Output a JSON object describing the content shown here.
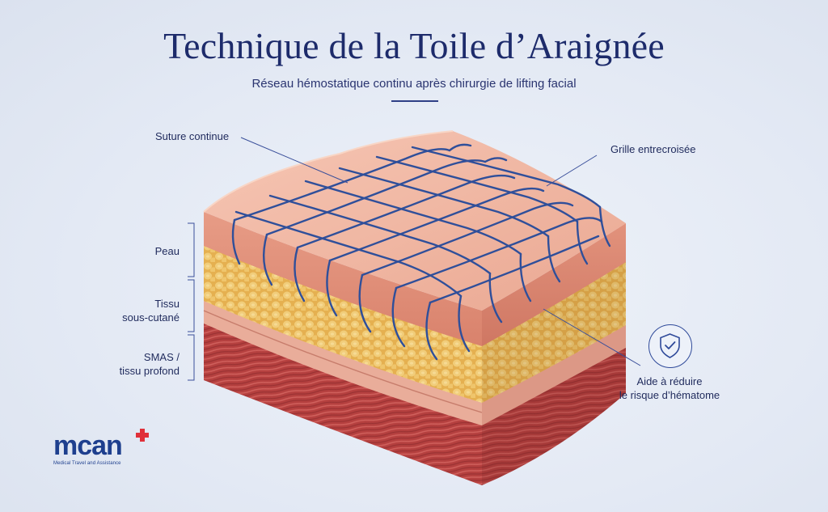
{
  "header": {
    "title": "Technique de la Toile d’Araignée",
    "subtitle": "Réseau hémostatique continu après chirurgie de lifting facial"
  },
  "labels": {
    "suture": "Suture continue",
    "grid": "Grille entrecroisée",
    "peau": "Peau",
    "tissu_line1": "Tissu",
    "tissu_line2": "sous-cutané",
    "smas_line1": "SMAS /",
    "smas_line2": "tissu profond",
    "aide_line1": "Aide à réduire",
    "aide_line2": "le risque d’hématome"
  },
  "icons": {
    "shield": "shield-check-icon"
  },
  "logo": {
    "word": "mcan",
    "tagline": "Medical Travel and Assistance"
  },
  "colors": {
    "title": "#1d2b6b",
    "suture": "#2f4f9a",
    "skin": "#eeb3a0",
    "fat": "#e8b85a",
    "muscle": "#b8474a",
    "logo": "#1e3f8e",
    "logo_cross": "#e0303a"
  }
}
